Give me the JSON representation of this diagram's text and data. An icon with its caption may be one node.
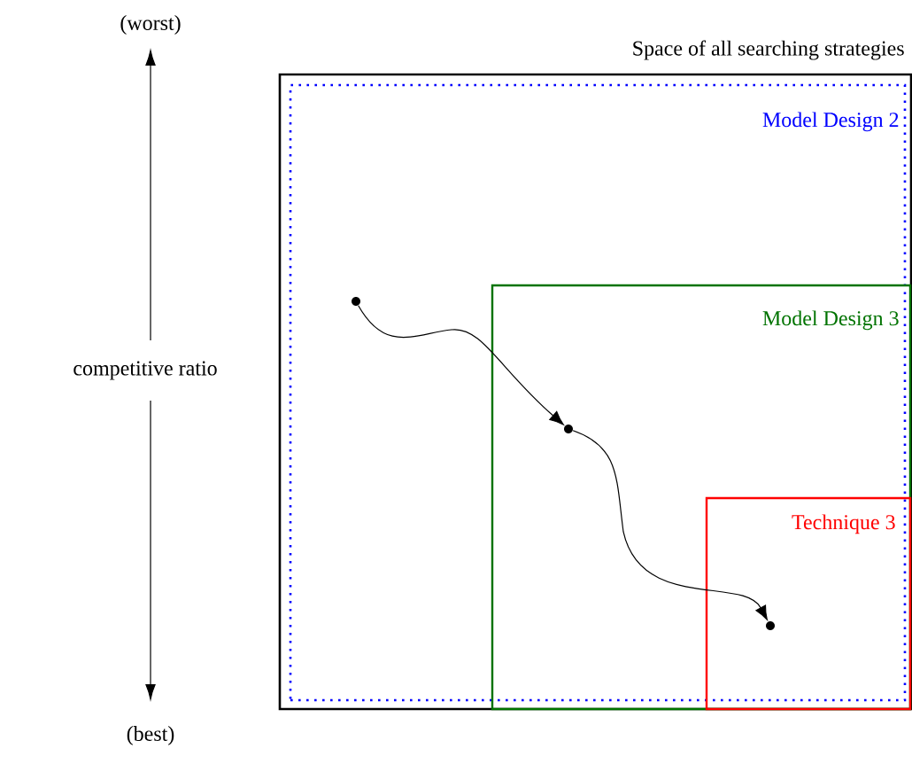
{
  "diagram": {
    "nodes": [
      {
        "text": [
          "Space of all searching strategies"
        ]
      },
      {
        "text": [
          "Model Design 2"
        ],
        "in": 0
      },
      {
        "text": [
          "Model Design 3"
        ],
        "in": 1
      },
      {
        "text": [
          "Technique 3"
        ],
        "in": 2
      },
      {
        "text": [],
        "shape": "circle",
        "in": 1
      },
      {
        "text": [],
        "shape": "circle",
        "in": 2
      },
      {
        "text": [],
        "shape": "circle",
        "in": 3
      }
    ],
    "edges": [
      {
        "from": 4,
        "to": 5,
        "arrow": "to"
      },
      {
        "from": 5,
        "to": 6,
        "arrow": "to"
      }
    ],
    "labels": [
      "(worst)",
      "competitive ratio",
      "(best)"
    ]
  }
}
